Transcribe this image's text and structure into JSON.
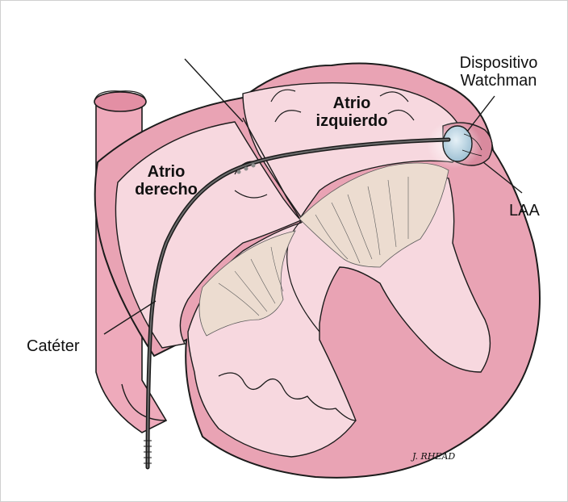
{
  "labels": {
    "watchman_line1": "Dispositivo",
    "watchman_line2": "Watchman",
    "left_atrium_line1": "Atrio",
    "left_atrium_line2": "izquierdo",
    "right_atrium_line1": "Atrio",
    "right_atrium_line2": "derecho",
    "laa": "LAA",
    "catheter": "Catéter"
  },
  "signature": "J. RHEAD",
  "colors": {
    "heart_wall": "#e9a3b4",
    "chamber": "#f7d8df",
    "valve_tissue": "#ecdcd0",
    "device": "#b9d3e1",
    "outline": "#1b1b1b"
  }
}
